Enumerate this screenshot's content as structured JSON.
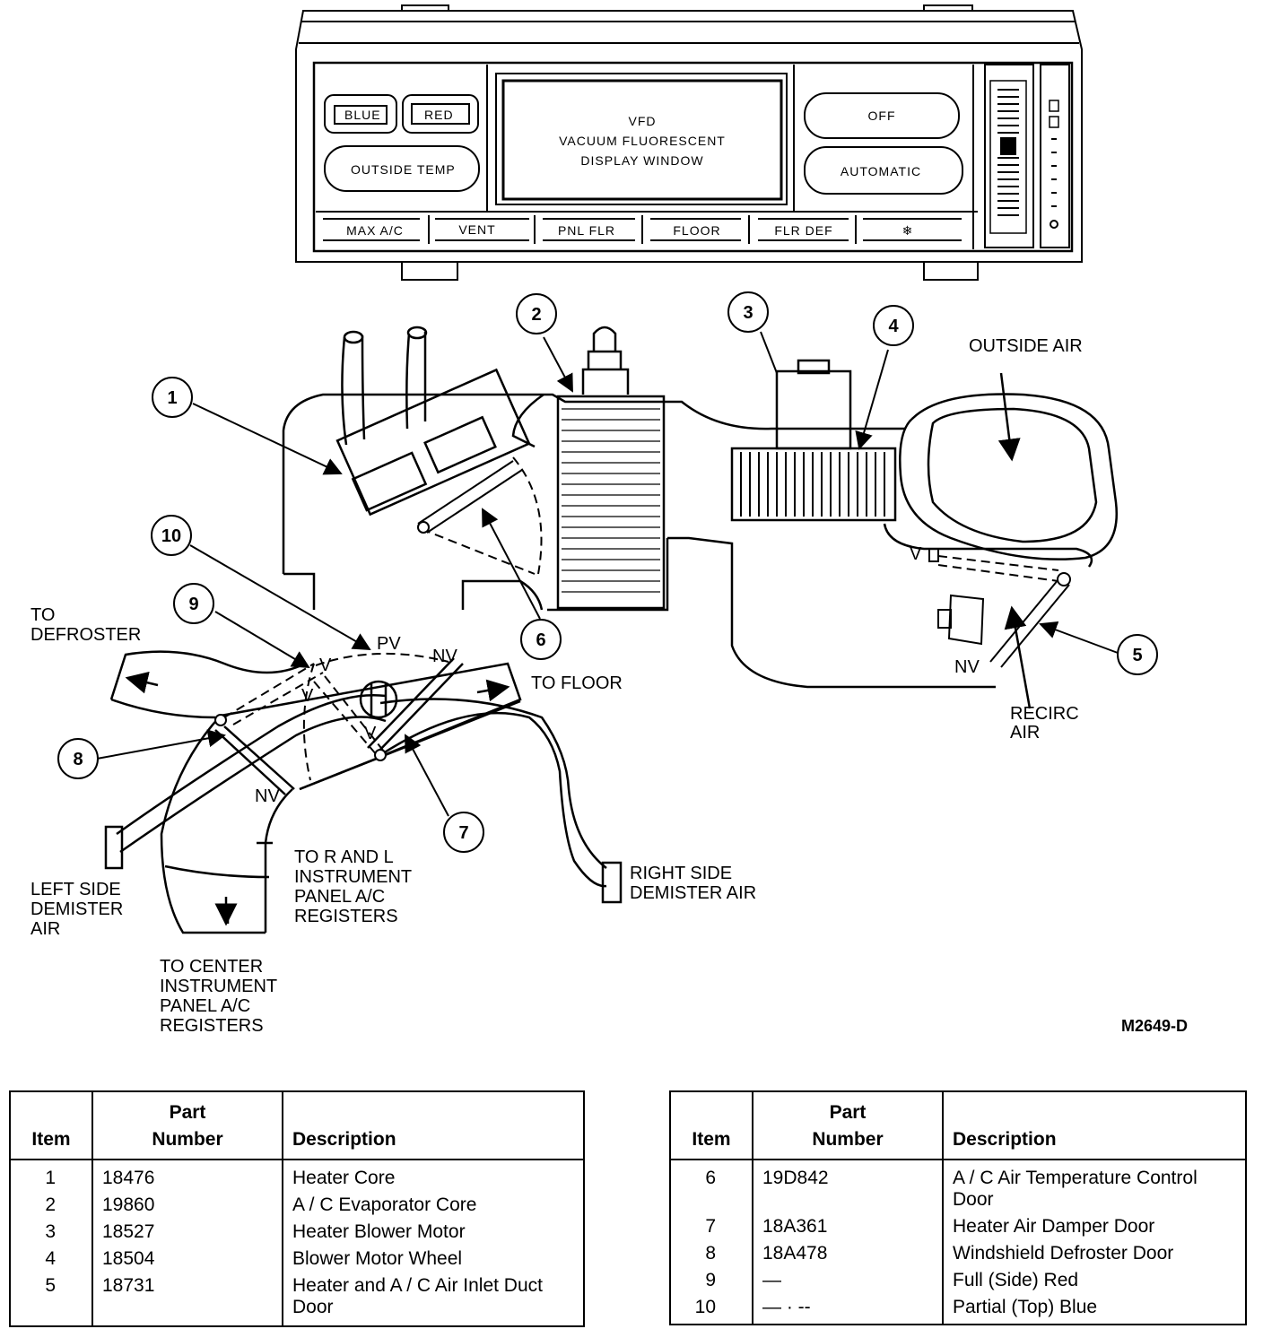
{
  "panel": {
    "blue": "BLUE",
    "red": "RED",
    "outside_temp": "OUTSIDE TEMP",
    "vfd_line1": "VFD",
    "vfd_line2": "VACUUM FLUORESCENT",
    "vfd_line3": "DISPLAY WINDOW",
    "off": "OFF",
    "automatic": "AUTOMATIC",
    "modes": [
      "MAX A/C",
      "VENT",
      "PNL FLR",
      "FLOOR",
      "FLR DEF",
      "❄"
    ]
  },
  "callouts": [
    "1",
    "2",
    "3",
    "4",
    "5",
    "6",
    "7",
    "8",
    "9",
    "10"
  ],
  "labels": {
    "outside_air": "OUTSIDE AIR",
    "to_defroster_1": "TO",
    "to_defroster_2": "DEFROSTER",
    "to_floor": "TO FLOOR",
    "pv": "PV",
    "nv": "NV",
    "v": "V",
    "recirc_1": "RECIRC",
    "recirc_2": "AIR",
    "left_demister_1": "LEFT SIDE",
    "left_demister_2": "DEMISTER",
    "left_demister_3": "AIR",
    "to_r_l_1": "TO R AND L",
    "to_r_l_2": "INSTRUMENT",
    "to_r_l_3": "PANEL A/C",
    "to_r_l_4": "REGISTERS",
    "right_demister_1": "RIGHT SIDE",
    "right_demister_2": "DEMISTER AIR",
    "to_center_1": "TO CENTER",
    "to_center_2": "INSTRUMENT",
    "to_center_3": "PANEL A/C",
    "to_center_4": "REGISTERS"
  },
  "figure_code": "M2649-D",
  "table": {
    "headers": {
      "item": "Item",
      "part1": "Part",
      "part2": "Number",
      "description": "Description"
    },
    "left": [
      {
        "item": "1",
        "part": "18476",
        "desc": "Heater Core"
      },
      {
        "item": "2",
        "part": "19860",
        "desc": "A / C Evaporator Core"
      },
      {
        "item": "3",
        "part": "18527",
        "desc": "Heater Blower Motor"
      },
      {
        "item": "4",
        "part": "18504",
        "desc": "Blower Motor Wheel"
      },
      {
        "item": "5",
        "part": "18731",
        "desc": "Heater and A / C Air Inlet Duct Door"
      }
    ],
    "right": [
      {
        "item": "6",
        "part": "19D842",
        "desc": "A / C Air Temperature Control Door"
      },
      {
        "item": "7",
        "part": "18A361",
        "desc": "Heater Air Damper Door"
      },
      {
        "item": "8",
        "part": "18A478",
        "desc": "Windshield Defroster Door"
      },
      {
        "item": "9",
        "part": "—",
        "desc": "Full (Side) Red"
      },
      {
        "item": "10",
        "part": "— · --",
        "desc": "Partial (Top) Blue"
      }
    ]
  }
}
